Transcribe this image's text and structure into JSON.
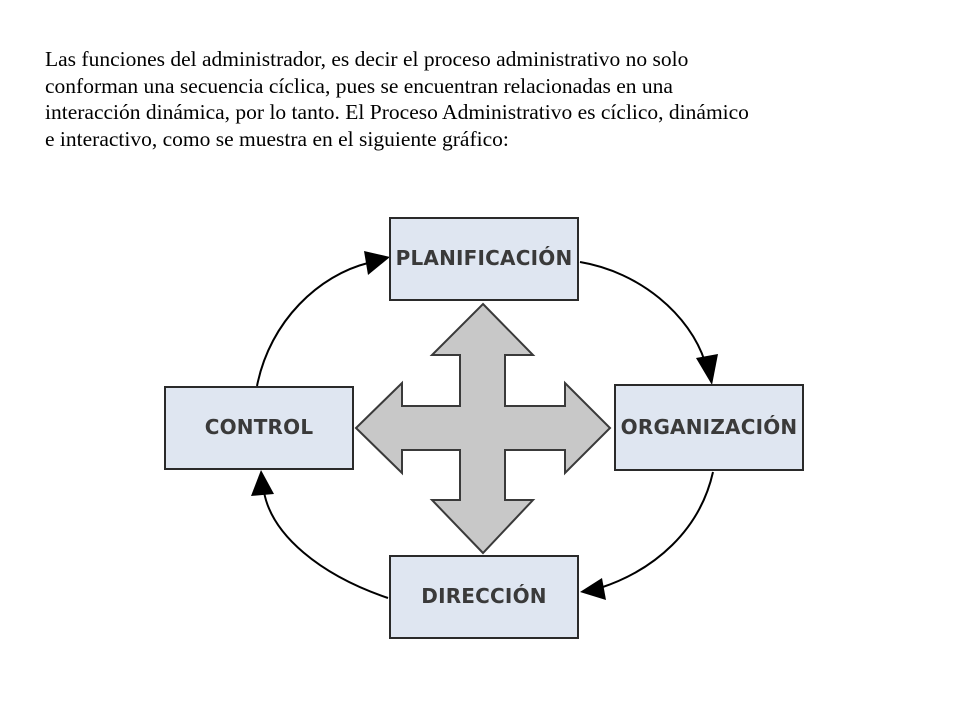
{
  "intro": {
    "lines": [
      "Las funciones del administrador, es decir el proceso administrativo no solo",
      "conforman una secuencia cíclica, pues se encuentran relacionadas en una",
      "interacción dinámica, por lo tanto. El Proceso Administrativo es cíclico, dinámico",
      "e interactivo, como se muestra en el siguiente gráfico:"
    ]
  },
  "diagram": {
    "nodes": {
      "top": "PLANIFICACIÓN",
      "right": "ORGANIZACIÓN",
      "bottom": "DIRECCIÓN",
      "left": "CONTROL"
    },
    "colors": {
      "box_fill": "#dfe6f1",
      "box_stroke": "#2a2a2a",
      "center_arrow_fill": "#c8c8c8",
      "center_arrow_stroke": "#3a3a3a",
      "cycle_line": "#000000"
    },
    "icons": {
      "center": "four-way-arrow-icon",
      "cycle": "curved-arrow-icon"
    }
  }
}
